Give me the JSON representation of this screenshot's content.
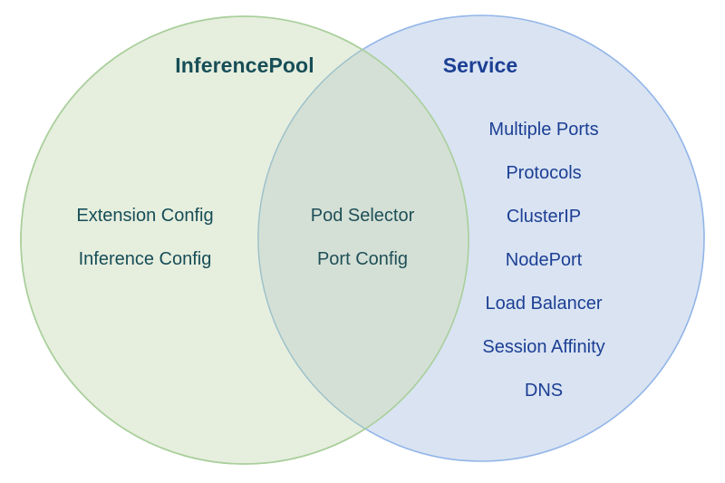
{
  "diagram": {
    "type": "venn",
    "background_color": "#ffffff",
    "left": {
      "title": "InferencePool",
      "text_color": "#174e57",
      "fill_color": "#e6eede",
      "stroke_color": "#a9cf9b",
      "items": [
        "Extension Config",
        "Inference Config"
      ]
    },
    "overlap": {
      "text_color": "#1f4f57",
      "fill_color": "#d4e0d6",
      "items": [
        "Pod Selector",
        "Port Config"
      ]
    },
    "right": {
      "title": "Service",
      "text_color": "#1c3f94",
      "fill_color": "#d9e3f2",
      "stroke_color": "#92b5e8",
      "items": [
        "Multiple Ports",
        "Protocols",
        "ClusterIP",
        "NodePort",
        "Load Balancer",
        "Session Affinity",
        "DNS"
      ]
    }
  }
}
